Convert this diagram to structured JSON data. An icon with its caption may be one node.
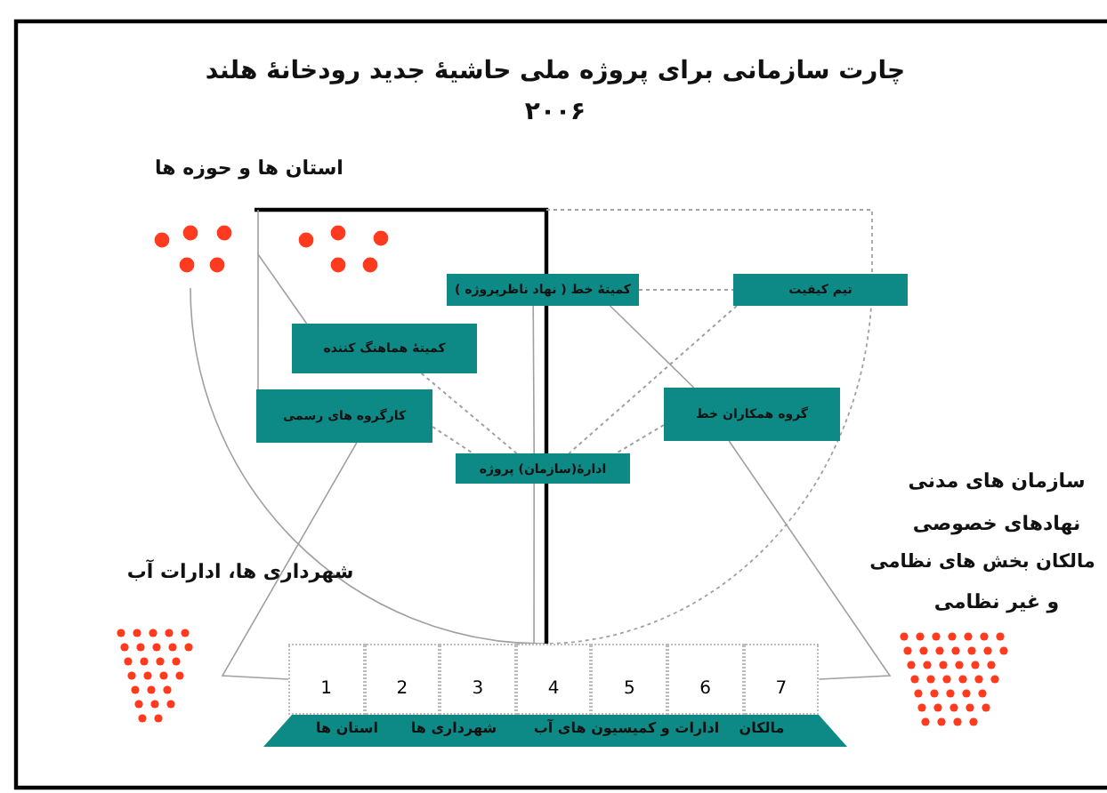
{
  "diagram": {
    "title": "چارت سازمانی برای  پروژه ملی حاشیهٔ جدید رودخانهٔ هلند",
    "nodes": [
      {
        "text": [
          "کمیتهٔ خط ( نهاد ناظرپروژه )"
        ]
      },
      {
        "text": [
          "تیم کیفیت"
        ]
      },
      {
        "text": [
          "کمیتهٔ هماهنگ کننده"
        ]
      },
      {
        "text": [
          "کارگروه های رسمی"
        ]
      },
      {
        "text": [
          "گروه همکاران خط"
        ]
      },
      {
        "text": [
          "ادارهٔ(سازمان) پروژه"
        ]
      },
      {
        "text": [
          "1"
        ]
      },
      {
        "text": [
          "2"
        ]
      },
      {
        "text": [
          "3"
        ]
      },
      {
        "text": [
          "4"
        ]
      },
      {
        "text": [
          "5"
        ]
      },
      {
        "text": [
          "6"
        ]
      },
      {
        "text": [
          "7"
        ]
      },
      {
        "text": [
          "مالکان",
          "ادارات و کمیسیون های آب",
          "شهرداری ها",
          "استان ها"
        ]
      }
    ],
    "edges": [
      {
        "from": 0,
        "to": 1,
        "arrow": "none",
        "style": "dashed"
      },
      {
        "from": 1,
        "to": 5,
        "arrow": "none",
        "style": "dashed"
      },
      {
        "from": 2,
        "to": 5,
        "arrow": "none",
        "style": "dashed"
      },
      {
        "from": 3,
        "to": 5,
        "arrow": "none",
        "style": "dashed"
      },
      {
        "from": 4,
        "to": 5,
        "arrow": "none",
        "style": "dashed"
      },
      {
        "from": 0,
        "to": 4,
        "arrow": "none"
      },
      {
        "from": 0,
        "to": 5,
        "arrow": "none"
      },
      {
        "from": 5,
        "to": 9,
        "arrow": "none"
      },
      {
        "from": 3,
        "to": 6,
        "arrow": "none"
      },
      {
        "from": 4,
        "to": 12,
        "arrow": "none"
      },
      {
        "from": 3,
        "to": 2,
        "arrow": "none"
      }
    ],
    "labels": [
      "۲۰۰۶",
      "استان ها و حوزه ها",
      "شهرداری ها، ادارات آب",
      "سازمان های مدنی",
      "نهادهای خصوصی",
      "مالکان بخش های نظامی",
      "و غیر نظامی"
    ]
  }
}
